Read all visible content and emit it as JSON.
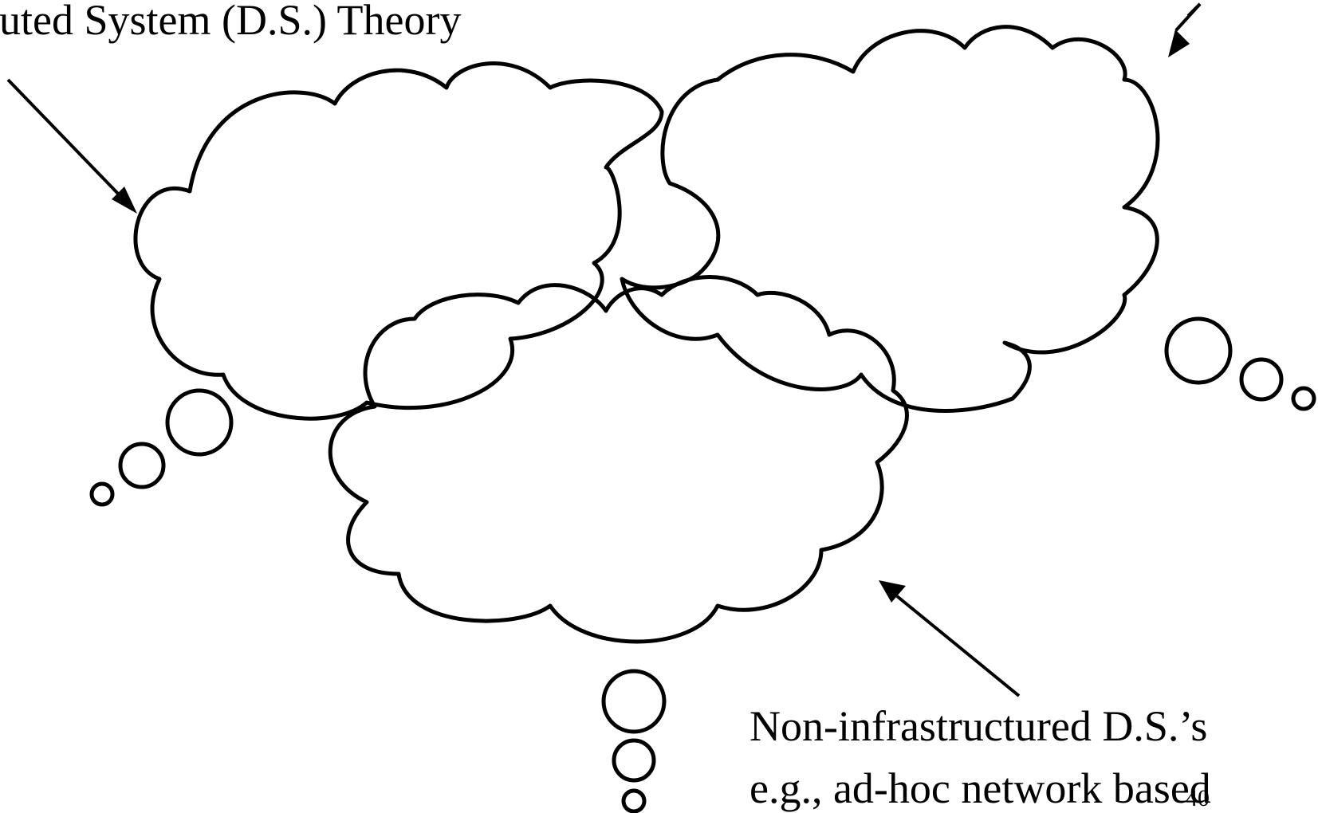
{
  "labels": {
    "top_left": "outed System (D.S.) Theory",
    "bottom_line1": "Non-infrastructured D.S.’s",
    "bottom_line2": "e.g., ad-hoc network based"
  },
  "page_number": "40"
}
